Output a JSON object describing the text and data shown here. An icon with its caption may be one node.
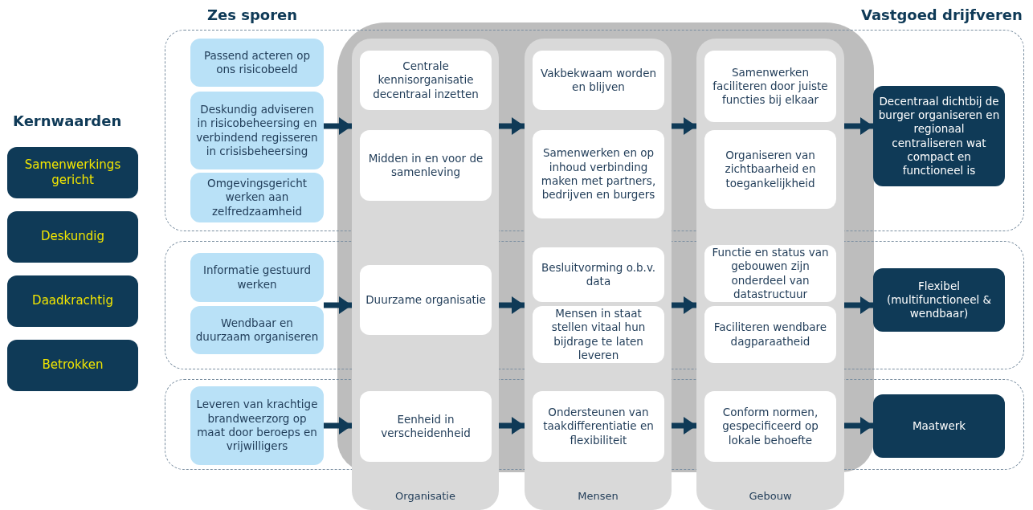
{
  "diagram": {
    "nodes": [
      {
        "text": [
          "Samenwerkings gericht"
        ]
      },
      {
        "text": [
          "Deskundig"
        ]
      },
      {
        "text": [
          "Daadkrachtig"
        ]
      },
      {
        "text": [
          "Betrokken"
        ]
      },
      {
        "text": [
          "Passend acteren op ons risicobeeld"
        ]
      },
      {
        "text": [
          "Deskundig adviseren in risicobeheersing en verbindend regisseren in crisisbeheersing"
        ]
      },
      {
        "text": [
          "Omgevingsgericht werken aan zelfredzaamheid"
        ]
      },
      {
        "text": [
          "Informatie gestuurd werken"
        ]
      },
      {
        "text": [
          "Wendbaar en duurzaam organiseren"
        ]
      },
      {
        "text": [
          "Leveren van krachtige brandweerzorg op maat door beroeps en vrijwilligers"
        ]
      },
      {
        "text": [
          "Organisatie"
        ]
      },
      {
        "text": [
          "Centrale kennisorganisatie decentraal inzetten"
        ],
        "in": 10
      },
      {
        "text": [
          "Midden in en voor de samenleving"
        ],
        "in": 10
      },
      {
        "text": [
          "Duurzame organisatie"
        ],
        "in": 10
      },
      {
        "text": [
          "Eenheid in verscheidenheid"
        ],
        "in": 10
      },
      {
        "text": [
          "Mensen"
        ]
      },
      {
        "text": [
          "Vakbekwaam worden en blijven"
        ],
        "in": 15
      },
      {
        "text": [
          "Samenwerken en op inhoud verbinding maken met partners, bedrijven en burgers"
        ],
        "in": 15
      },
      {
        "text": [
          "Besluitvorming o.b.v. data"
        ],
        "in": 15
      },
      {
        "text": [
          "Mensen in staat stellen vitaal hun bijdrage te laten leveren"
        ],
        "in": 15
      },
      {
        "text": [
          "Ondersteunen van taakdifferentiatie en flexibiliteit"
        ],
        "in": 15
      },
      {
        "text": [
          "Gebouw"
        ]
      },
      {
        "text": [
          "Samenwerken faciliteren door juiste functies bij elkaar"
        ],
        "in": 21
      },
      {
        "text": [
          "Organiseren van zichtbaarheid en toegankelijkheid"
        ],
        "in": 21
      },
      {
        "text": [
          "Functie en status van gebouwen zijn onderdeel van datastructuur"
        ],
        "in": 21
      },
      {
        "text": [
          "Faciliteren wendbare dagparaatheid"
        ],
        "in": 21
      },
      {
        "text": [
          "Conform normen, gespecificeerd op lokale behoefte"
        ],
        "in": 21
      },
      {
        "text": [
          "Decentraal dichtbij de burger organiseren en regionaal centraliseren wat compact en functioneel is"
        ]
      },
      {
        "text": [
          "Flexibel (multifunctioneel & wendbaar)"
        ]
      },
      {
        "text": [
          "Maatwerk"
        ]
      }
    ],
    "edges": [
      {
        "from": 5,
        "to": 10,
        "arrow": "to"
      },
      {
        "from": 10,
        "to": 15,
        "arrow": "to"
      },
      {
        "from": 15,
        "to": 21,
        "arrow": "to"
      },
      {
        "from": 21,
        "to": 27,
        "arrow": "to"
      },
      {
        "from": 7,
        "to": 10,
        "arrow": "to"
      },
      {
        "from": 10,
        "to": 15,
        "arrow": "to"
      },
      {
        "from": 15,
        "to": 21,
        "arrow": "to"
      },
      {
        "from": 21,
        "to": 28,
        "arrow": "to"
      },
      {
        "from": 9,
        "to": 10,
        "arrow": "to"
      },
      {
        "from": 10,
        "to": 15,
        "arrow": "to"
      },
      {
        "from": 15,
        "to": 21,
        "arrow": "to"
      },
      {
        "from": 21,
        "to": 29,
        "arrow": "to"
      }
    ],
    "labels": [
      "Zes sporen",
      "Vastgoed drijfveren",
      "Kernwaarden"
    ]
  }
}
